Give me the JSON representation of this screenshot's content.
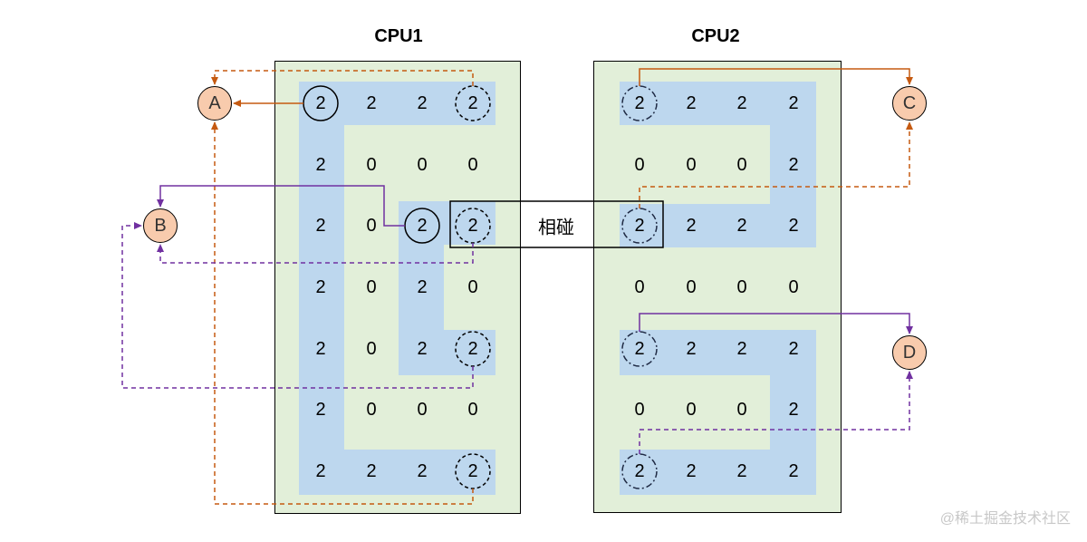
{
  "cpus": [
    {
      "title": "CPU1",
      "grid": [
        [
          2,
          2,
          2,
          2
        ],
        [
          2,
          0,
          0,
          0
        ],
        [
          2,
          0,
          2,
          2
        ],
        [
          2,
          0,
          2,
          0
        ],
        [
          2,
          0,
          2,
          2
        ],
        [
          2,
          0,
          0,
          0
        ],
        [
          2,
          2,
          2,
          2
        ]
      ]
    },
    {
      "title": "CPU2",
      "grid": [
        [
          2,
          2,
          2,
          2
        ],
        [
          0,
          0,
          0,
          2
        ],
        [
          2,
          2,
          2,
          2
        ],
        [
          0,
          0,
          0,
          0
        ],
        [
          2,
          2,
          2,
          2
        ],
        [
          0,
          0,
          0,
          2
        ],
        [
          2,
          2,
          2,
          2
        ]
      ]
    }
  ],
  "nodes": [
    "A",
    "B",
    "C",
    "D"
  ],
  "meet_label": "相碰",
  "watermark": "@稀土掘金技术社区",
  "colors": {
    "panel_bg": "#e2efd9",
    "region": "#bdd7ee",
    "node_fill": "#f8cbad",
    "orange_link": "#c55a11",
    "purple_link": "#7030a0"
  }
}
